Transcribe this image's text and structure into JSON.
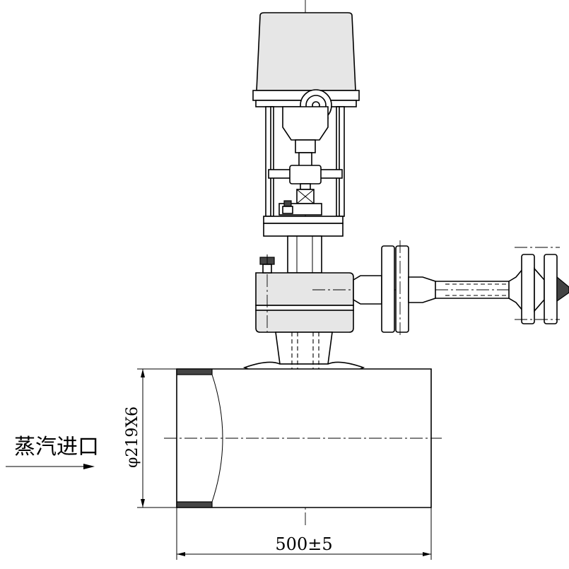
{
  "drawing": {
    "steam_inlet_label": "蒸汽进口",
    "diameter_label": "φ219X6",
    "length_label": "500±5"
  },
  "colors": {
    "line": "#000000",
    "background": "#ffffff",
    "body_fill": "#e6e6e6",
    "hatch": "#444444"
  }
}
